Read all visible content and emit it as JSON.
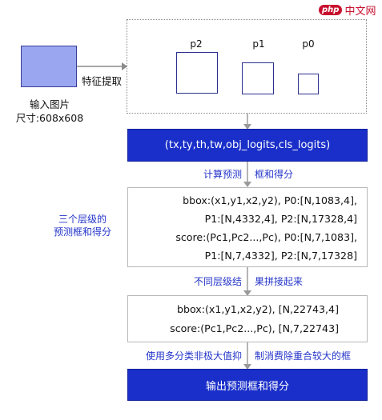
{
  "watermark": {
    "logo_text": "php",
    "text": "中文网"
  },
  "input": {
    "title": "输入图片",
    "size": "尺寸:608x608"
  },
  "extract_label": "特征提取",
  "pyramid": {
    "labels": [
      "p2",
      "p1",
      "p0"
    ]
  },
  "bar1": "(tx,ty,th,tw,obj_logits,cls_logits)",
  "step1": {
    "left": "计算预测",
    "right": "框和得分"
  },
  "side_note": {
    "line1": "三个层级的",
    "line2": "预测框和得分"
  },
  "box1": {
    "lines": [
      "bbox:(x1,y1,x2,y2), P0:[N,1083,4],",
      "P1:[N,4332,4], P2:[N,17328,4]",
      "score:(Pc1,Pc2...,Pc), P0:[N,7,1083],",
      "P1:[N,7,4332], P2:[N,7,17328]"
    ]
  },
  "step2": {
    "left": "不同层级结",
    "right": "果拼接起来"
  },
  "box2": {
    "lines": [
      "bbox:(x1,y1,x2,y2), [N,22743,4]",
      "score:(Pc1,Pc2...,Pc), [N,7,22743]"
    ]
  },
  "step3": {
    "left": "使用多分类非极大值抑",
    "right": "制消费除重合较大的框"
  },
  "bar2": "输出预测框和得分",
  "colors": {
    "bar_blue": "#1a2fc9",
    "text_blue": "#2435c9",
    "image_fill": "#9aa6ef"
  }
}
